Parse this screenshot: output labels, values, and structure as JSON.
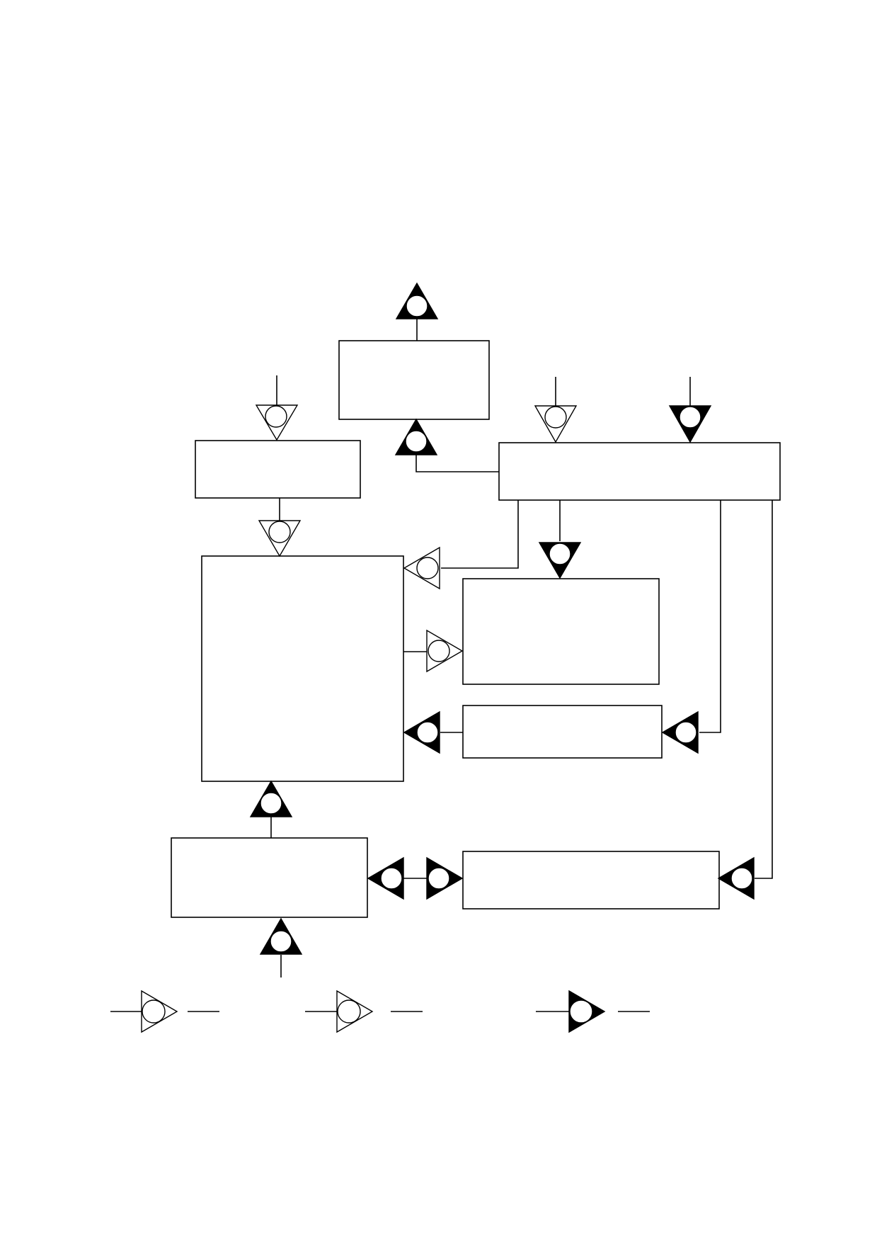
{
  "diagram": {
    "boxes": [
      {
        "id": "box-top-center"
      },
      {
        "id": "box-upper-left"
      },
      {
        "id": "box-upper-right-wide"
      },
      {
        "id": "box-central-tall"
      },
      {
        "id": "box-right-middle"
      },
      {
        "id": "box-right-narrow"
      },
      {
        "id": "box-lower-left"
      },
      {
        "id": "box-lower-right-wide"
      }
    ],
    "connector_styles": {
      "open": "#ffffff",
      "filled": "#000000"
    },
    "legend": [
      {
        "style": "open"
      },
      {
        "style": "open"
      },
      {
        "style": "filled"
      }
    ]
  }
}
